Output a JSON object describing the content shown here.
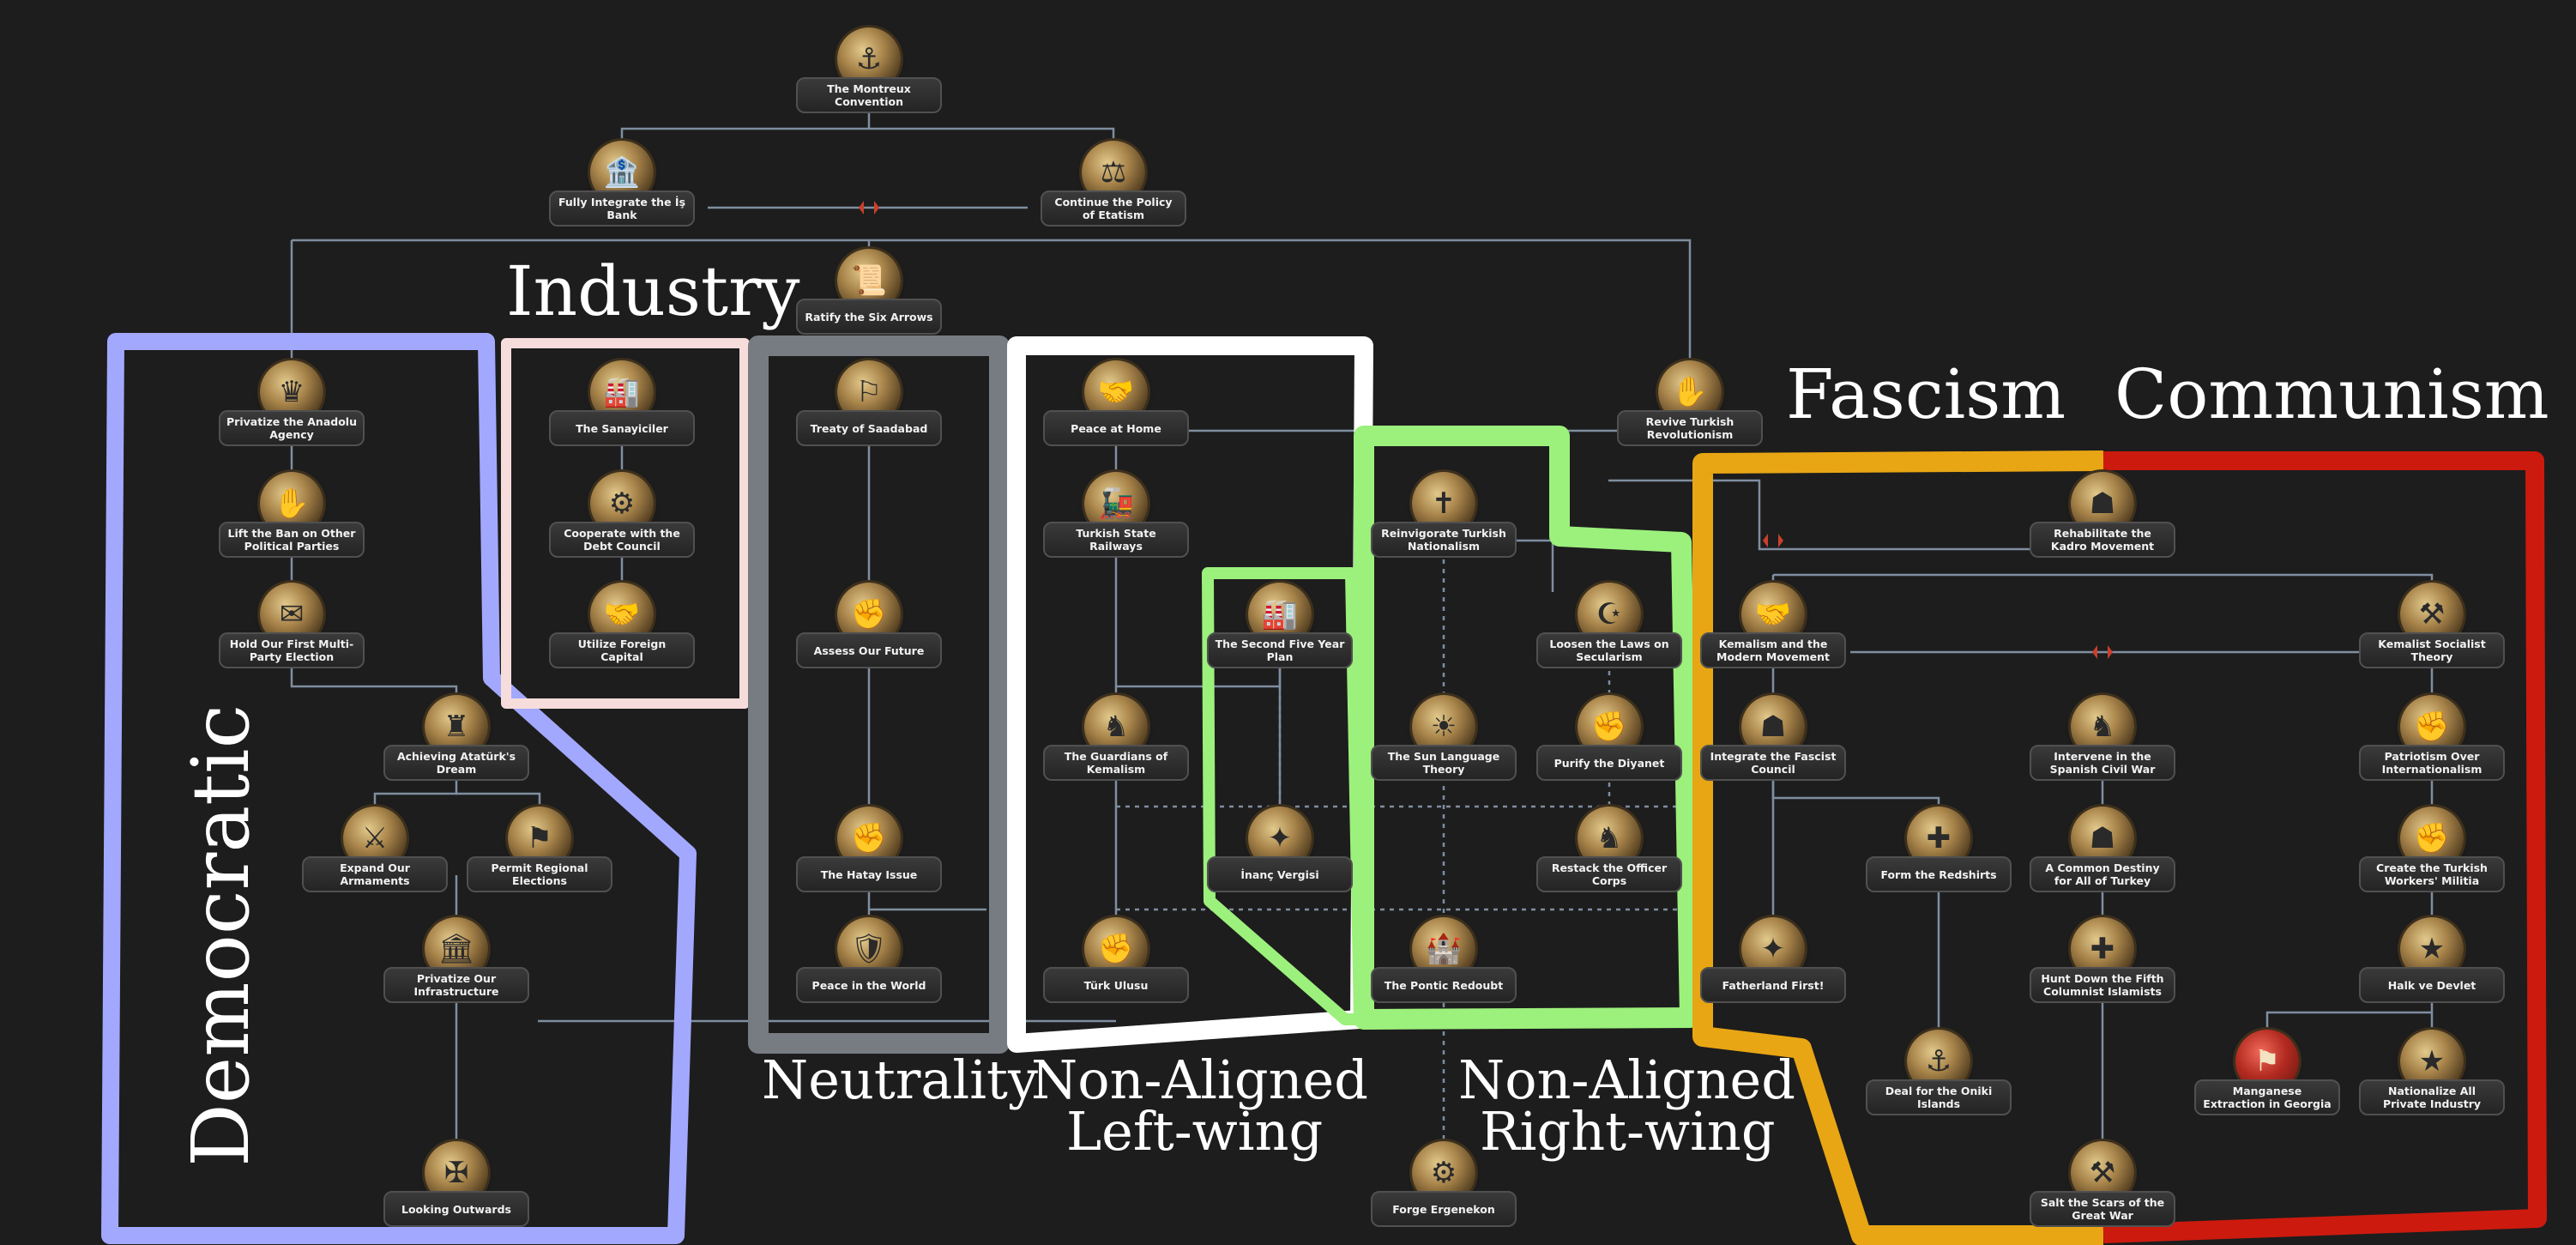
{
  "tree_title": "The Montreux Convention",
  "regions": {
    "industry": "Industry",
    "democratic": "Democratic",
    "neutrality": "Neutrality",
    "nonaligned_left_1": "Non-Aligned",
    "nonaligned_left_2": "Left-wing",
    "nonaligned_right_1": "Non-Aligned",
    "nonaligned_right_2": "Right-wing",
    "fascism": "Fascism",
    "communism": "Communism"
  },
  "colors": {
    "democratic": "#a3a8ff",
    "industry": "#f7dcdc",
    "neutrality": "#777c82",
    "left": "#ffffff",
    "right": "#9cf07c",
    "fascism": "#e8a614",
    "communism": "#cc1a0e",
    "line": "#7f8ea0"
  },
  "focuses": [
    {
      "id": "montreux",
      "label": "The Montreux Convention",
      "icon": "lighthouse-icon",
      "glyph": "⚓"
    },
    {
      "id": "is_bank",
      "label": "Fully Integrate the İş Bank",
      "icon": "bank-icon",
      "glyph": "🏦"
    },
    {
      "id": "etatism",
      "label": "Continue the Policy of Etatism",
      "icon": "scales-icon",
      "glyph": "⚖"
    },
    {
      "id": "six_arrows",
      "label": "Ratify the Six Arrows",
      "icon": "document-icon",
      "glyph": "📜"
    },
    {
      "id": "anadolu",
      "label": "Privatize the Anadolu Agency",
      "icon": "crown-icon",
      "glyph": "♛"
    },
    {
      "id": "ban",
      "label": "Lift the Ban on Other Political Parties",
      "icon": "hand-icon",
      "glyph": "✋"
    },
    {
      "id": "election",
      "label": "Hold Our First Multi-Party Election",
      "icon": "ballot-icon",
      "glyph": "✉"
    },
    {
      "id": "ataturk",
      "label": "Achieving Atatürk's Dream",
      "icon": "statue-icon",
      "glyph": "♜"
    },
    {
      "id": "armaments",
      "label": "Expand Our Armaments",
      "icon": "swords-icon",
      "glyph": "⚔"
    },
    {
      "id": "regional",
      "label": "Permit Regional Elections",
      "icon": "flag-icon",
      "glyph": "⚑"
    },
    {
      "id": "infra",
      "label": "Privatize Our Infrastructure",
      "icon": "building-icon",
      "glyph": "🏛"
    },
    {
      "id": "outwards",
      "label": "Looking Outwards",
      "icon": "cross-icon",
      "glyph": "✠"
    },
    {
      "id": "sanayiciler",
      "label": "The Sanayiciler",
      "icon": "factory-icon",
      "glyph": "🏭"
    },
    {
      "id": "debt",
      "label": "Cooperate with the Debt Council",
      "icon": "wrench-icon",
      "glyph": "⚙"
    },
    {
      "id": "foreign",
      "label": "Utilize Foreign Capital",
      "icon": "handshake-icon",
      "glyph": "🤝"
    },
    {
      "id": "saadabad",
      "label": "Treaty of Saadabad",
      "icon": "flags-icon",
      "glyph": "⚐"
    },
    {
      "id": "future",
      "label": "Assess Our Future",
      "icon": "hands-icon",
      "glyph": "✊"
    },
    {
      "id": "hatay",
      "label": "The Hatay Issue",
      "icon": "fist-icon",
      "glyph": "✊"
    },
    {
      "id": "peace_world",
      "label": "Peace in the World",
      "icon": "shield-icon",
      "glyph": "🛡"
    },
    {
      "id": "peace_home",
      "label": "Peace at Home",
      "icon": "handshake-icon",
      "glyph": "🤝"
    },
    {
      "id": "railways",
      "label": "Turkish State Railways",
      "icon": "train-icon",
      "glyph": "🚂"
    },
    {
      "id": "guardians",
      "label": "The Guardians of Kemalism",
      "icon": "soldier-icon",
      "glyph": "♞"
    },
    {
      "id": "turk_ulusu",
      "label": "Türk Ulusu",
      "icon": "fist-icon",
      "glyph": "✊"
    },
    {
      "id": "five_year",
      "label": "The Second Five Year Plan",
      "icon": "factory-icon",
      "glyph": "🏭"
    },
    {
      "id": "inanc",
      "label": "İnanç Vergisi",
      "icon": "eagle-icon",
      "glyph": "✦"
    },
    {
      "id": "revive",
      "label": "Revive Turkish Revolutionism",
      "icon": "hands-icon",
      "glyph": "✋"
    },
    {
      "id": "reinvigorate",
      "label": "Reinvigorate Turkish Nationalism",
      "icon": "sword-cross-icon",
      "glyph": "✝"
    },
    {
      "id": "secularism",
      "label": "Loosen the Laws on Secularism",
      "icon": "crescent-icon",
      "glyph": "☪"
    },
    {
      "id": "sun_language",
      "label": "The Sun Language Theory",
      "icon": "sun-icon",
      "glyph": "☀"
    },
    {
      "id": "diyanet",
      "label": "Purify the Diyanet",
      "icon": "fist-icon",
      "glyph": "✊"
    },
    {
      "id": "officer",
      "label": "Restack the Officer Corps",
      "icon": "soldier-icon",
      "glyph": "♞"
    },
    {
      "id": "pontic",
      "label": "The Pontic Redoubt",
      "icon": "fortress-icon",
      "glyph": "🏰"
    },
    {
      "id": "ergenekon",
      "label": "Forge Ergenekon",
      "icon": "gear-icon",
      "glyph": "⚙"
    },
    {
      "id": "kadro",
      "label": "Rehabilitate the Kadro Movement",
      "icon": "crowd-icon",
      "glyph": "☗"
    },
    {
      "id": "modern",
      "label": "Kemalism and the Modern Movement",
      "icon": "handshake-icon",
      "glyph": "🤝"
    },
    {
      "id": "kemalist_socialist",
      "label": "Kemalist Socialist Theory",
      "icon": "tools-icon",
      "glyph": "⚒"
    },
    {
      "id": "fascist_council",
      "label": "Integrate the Fascist Council",
      "icon": "crowd-icon",
      "glyph": "☗"
    },
    {
      "id": "spanish",
      "label": "Intervene in the Spanish Civil War",
      "icon": "soldier-icon",
      "glyph": "♞"
    },
    {
      "id": "patriotism",
      "label": "Patriotism Over Internationalism",
      "icon": "fist-icon",
      "glyph": "✊"
    },
    {
      "id": "redshirts",
      "label": "Form the Redshirts",
      "icon": "rifle-icon",
      "glyph": "✚"
    },
    {
      "id": "destiny",
      "label": "A Common Destiny for All of Turkey",
      "icon": "crowd-icon",
      "glyph": "☗"
    },
    {
      "id": "militia",
      "label": "Create the Turkish Workers' Militia",
      "icon": "fist-icon",
      "glyph": "✊"
    },
    {
      "id": "fatherland",
      "label": "Fatherland First!",
      "icon": "eagle-icon",
      "glyph": "✦"
    },
    {
      "id": "fifth_column",
      "label": "Hunt Down the Fifth Columnist Islamists",
      "icon": "rifle-icon",
      "glyph": "✚"
    },
    {
      "id": "halk",
      "label": "Halk ve Devlet",
      "icon": "star-icon",
      "glyph": "★"
    },
    {
      "id": "oniki",
      "label": "Deal for the Oniki Islands",
      "icon": "ship-icon",
      "glyph": "⚓"
    },
    {
      "id": "manganese",
      "label": "Manganese Extraction in Georgia",
      "icon": "red-flag-icon",
      "glyph": "⚑"
    },
    {
      "id": "nationalize",
      "label": "Nationalize All Private Industry",
      "icon": "star-icon",
      "glyph": "★"
    },
    {
      "id": "scars",
      "label": "Salt the Scars of the Great War",
      "icon": "shovel-icon",
      "glyph": "⚒"
    }
  ]
}
